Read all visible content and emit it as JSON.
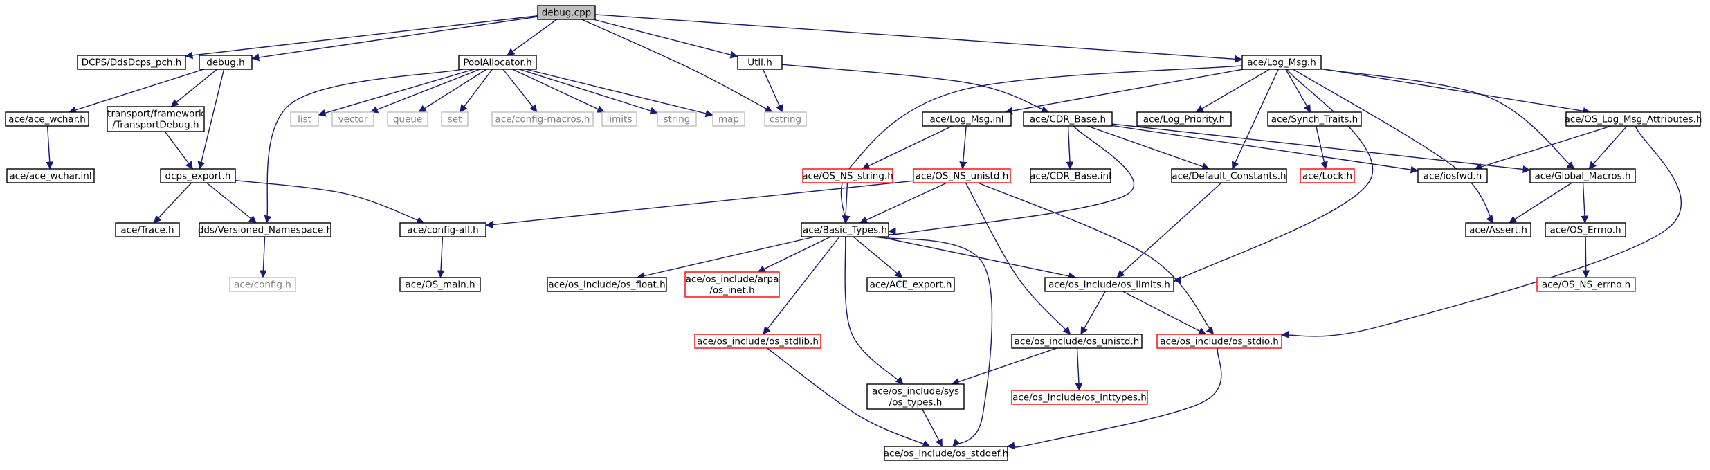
{
  "diagram": {
    "colors": {
      "edge": "#191970",
      "text": "#000000",
      "border_normal": "#000000",
      "border_truncated": "#ff0000",
      "border_external": "#bfbfbf",
      "fill_root": "#bfbfbf",
      "fill_normal": "#ffffff",
      "text_external": "#7f7f7f"
    },
    "nodes": [
      {
        "id": "debug_cpp",
        "lines": [
          "debug.cpp"
        ],
        "kind": "root"
      },
      {
        "id": "dds_pch",
        "lines": [
          "DCPS/DdsDcps_pch.h"
        ],
        "kind": "normal"
      },
      {
        "id": "debug_h",
        "lines": [
          "debug.h"
        ],
        "kind": "normal"
      },
      {
        "id": "poolalloc",
        "lines": [
          "PoolAllocator.h"
        ],
        "kind": "normal"
      },
      {
        "id": "util_h",
        "lines": [
          "Util.h"
        ],
        "kind": "normal"
      },
      {
        "id": "log_msg",
        "lines": [
          "ace/Log_Msg.h"
        ],
        "kind": "normal"
      },
      {
        "id": "ace_wchar_h",
        "lines": [
          "ace/ace_wchar.h"
        ],
        "kind": "normal"
      },
      {
        "id": "ace_wchar_inl",
        "lines": [
          "ace/ace_wchar.inl"
        ],
        "kind": "normal"
      },
      {
        "id": "transport_debug",
        "lines": [
          "transport/framework",
          "/TransportDebug.h"
        ],
        "kind": "normal"
      },
      {
        "id": "dcps_export",
        "lines": [
          "dcps_export.h"
        ],
        "kind": "normal"
      },
      {
        "id": "ace_trace",
        "lines": [
          "ace/Trace.h"
        ],
        "kind": "normal"
      },
      {
        "id": "versioned_ns",
        "lines": [
          "dds/Versioned_Namespace.h"
        ],
        "kind": "normal"
      },
      {
        "id": "config_h",
        "lines": [
          "ace/config.h"
        ],
        "kind": "external"
      },
      {
        "id": "list",
        "lines": [
          "list"
        ],
        "kind": "external"
      },
      {
        "id": "vector",
        "lines": [
          "vector"
        ],
        "kind": "external"
      },
      {
        "id": "queue",
        "lines": [
          "queue"
        ],
        "kind": "external"
      },
      {
        "id": "set",
        "lines": [
          "set"
        ],
        "kind": "external"
      },
      {
        "id": "config_macros",
        "lines": [
          "ace/config-macros.h"
        ],
        "kind": "external"
      },
      {
        "id": "limits",
        "lines": [
          "limits"
        ],
        "kind": "external"
      },
      {
        "id": "string",
        "lines": [
          "string"
        ],
        "kind": "external"
      },
      {
        "id": "map",
        "lines": [
          "map"
        ],
        "kind": "external"
      },
      {
        "id": "cstring",
        "lines": [
          "cstring"
        ],
        "kind": "external"
      },
      {
        "id": "config_all",
        "lines": [
          "ace/config-all.h"
        ],
        "kind": "normal"
      },
      {
        "id": "os_main",
        "lines": [
          "ace/OS_main.h"
        ],
        "kind": "normal"
      },
      {
        "id": "log_msg_inl",
        "lines": [
          "ace/Log_Msg.inl"
        ],
        "kind": "normal"
      },
      {
        "id": "cdr_base",
        "lines": [
          "ace/CDR_Base.h"
        ],
        "kind": "normal"
      },
      {
        "id": "log_priority",
        "lines": [
          "ace/Log_Priority.h"
        ],
        "kind": "normal"
      },
      {
        "id": "synch_traits",
        "lines": [
          "ace/Synch_Traits.h"
        ],
        "kind": "normal"
      },
      {
        "id": "os_log_msg_attr",
        "lines": [
          "ace/OS_Log_Msg_Attributes.h"
        ],
        "kind": "normal"
      },
      {
        "id": "os_ns_string",
        "lines": [
          "ace/OS_NS_string.h"
        ],
        "kind": "truncated"
      },
      {
        "id": "os_ns_unistd",
        "lines": [
          "ace/OS_NS_unistd.h"
        ],
        "kind": "truncated"
      },
      {
        "id": "cdr_base_inl",
        "lines": [
          "ace/CDR_Base.inl"
        ],
        "kind": "normal"
      },
      {
        "id": "default_constants",
        "lines": [
          "ace/Default_Constants.h"
        ],
        "kind": "normal"
      },
      {
        "id": "ace_lock",
        "lines": [
          "ace/Lock.h"
        ],
        "kind": "truncated"
      },
      {
        "id": "iosfwd",
        "lines": [
          "ace/iosfwd.h"
        ],
        "kind": "normal"
      },
      {
        "id": "global_macros",
        "lines": [
          "ace/Global_Macros.h"
        ],
        "kind": "normal"
      },
      {
        "id": "basic_types",
        "lines": [
          "ace/Basic_Types.h"
        ],
        "kind": "normal"
      },
      {
        "id": "ace_assert",
        "lines": [
          "ace/Assert.h"
        ],
        "kind": "normal"
      },
      {
        "id": "os_errno",
        "lines": [
          "ace/OS_Errno.h"
        ],
        "kind": "normal"
      },
      {
        "id": "os_ns_errno",
        "lines": [
          "ace/OS_NS_errno.h"
        ],
        "kind": "truncated"
      },
      {
        "id": "os_float",
        "lines": [
          "ace/os_include/os_float.h"
        ],
        "kind": "normal"
      },
      {
        "id": "os_inet",
        "lines": [
          "ace/os_include/arpa",
          "/os_inet.h"
        ],
        "kind": "truncated"
      },
      {
        "id": "ace_export",
        "lines": [
          "ace/ACE_export.h"
        ],
        "kind": "normal"
      },
      {
        "id": "os_limits",
        "lines": [
          "ace/os_include/os_limits.h"
        ],
        "kind": "normal"
      },
      {
        "id": "os_stdlib",
        "lines": [
          "ace/os_include/os_stdlib.h"
        ],
        "kind": "truncated"
      },
      {
        "id": "os_unistd",
        "lines": [
          "ace/os_include/os_unistd.h"
        ],
        "kind": "normal"
      },
      {
        "id": "os_stdio",
        "lines": [
          "ace/os_include/os_stdio.h"
        ],
        "kind": "truncated"
      },
      {
        "id": "sys_os_types",
        "lines": [
          "ace/os_include/sys",
          "/os_types.h"
        ],
        "kind": "normal"
      },
      {
        "id": "os_inttypes",
        "lines": [
          "ace/os_include/os_inttypes.h"
        ],
        "kind": "truncated"
      },
      {
        "id": "os_stddef",
        "lines": [
          "ace/os_include/os_stddef.h"
        ],
        "kind": "normal"
      }
    ],
    "edges": [
      [
        "debug_cpp",
        "dds_pch"
      ],
      [
        "debug_cpp",
        "debug_h"
      ],
      [
        "debug_cpp",
        "poolalloc"
      ],
      [
        "debug_cpp",
        "util_h"
      ],
      [
        "debug_cpp",
        "log_msg"
      ],
      [
        "debug_cpp",
        "cstring"
      ],
      [
        "debug_h",
        "ace_wchar_h"
      ],
      [
        "debug_h",
        "transport_debug"
      ],
      [
        "debug_h",
        "dcps_export"
      ],
      [
        "ace_wchar_h",
        "ace_wchar_inl"
      ],
      [
        "transport_debug",
        "dcps_export"
      ],
      [
        "dcps_export",
        "ace_trace"
      ],
      [
        "dcps_export",
        "versioned_ns"
      ],
      [
        "dcps_export",
        "config_all"
      ],
      [
        "versioned_ns",
        "config_h"
      ],
      [
        "poolalloc",
        "versioned_ns"
      ],
      [
        "poolalloc",
        "list"
      ],
      [
        "poolalloc",
        "vector"
      ],
      [
        "poolalloc",
        "queue"
      ],
      [
        "poolalloc",
        "set"
      ],
      [
        "poolalloc",
        "config_macros"
      ],
      [
        "poolalloc",
        "limits"
      ],
      [
        "poolalloc",
        "string"
      ],
      [
        "poolalloc",
        "map"
      ],
      [
        "util_h",
        "cstring"
      ],
      [
        "util_h",
        "cdr_base"
      ],
      [
        "config_all",
        "os_main"
      ],
      [
        "log_msg",
        "basic_types"
      ],
      [
        "log_msg",
        "log_msg_inl"
      ],
      [
        "log_msg",
        "log_priority"
      ],
      [
        "log_msg",
        "synch_traits"
      ],
      [
        "log_msg",
        "os_log_msg_attr"
      ],
      [
        "log_msg",
        "default_constants"
      ],
      [
        "log_msg",
        "global_macros"
      ],
      [
        "log_msg",
        "ace_assert"
      ],
      [
        "log_msg",
        "os_limits"
      ],
      [
        "log_msg_inl",
        "os_ns_string"
      ],
      [
        "log_msg_inl",
        "os_ns_unistd"
      ],
      [
        "os_ns_string",
        "basic_types"
      ],
      [
        "os_ns_unistd",
        "basic_types"
      ],
      [
        "os_ns_unistd",
        "config_all"
      ],
      [
        "os_ns_unistd",
        "os_unistd"
      ],
      [
        "os_ns_unistd",
        "os_stdio"
      ],
      [
        "cdr_base",
        "basic_types"
      ],
      [
        "cdr_base",
        "cdr_base_inl"
      ],
      [
        "cdr_base",
        "default_constants"
      ],
      [
        "cdr_base",
        "iosfwd"
      ],
      [
        "cdr_base",
        "global_macros"
      ],
      [
        "synch_traits",
        "ace_lock"
      ],
      [
        "os_log_msg_attr",
        "iosfwd"
      ],
      [
        "os_log_msg_attr",
        "global_macros"
      ],
      [
        "os_log_msg_attr",
        "os_stdio"
      ],
      [
        "default_constants",
        "os_limits"
      ],
      [
        "global_macros",
        "ace_assert"
      ],
      [
        "global_macros",
        "os_errno"
      ],
      [
        "os_errno",
        "os_ns_errno"
      ],
      [
        "basic_types",
        "os_float"
      ],
      [
        "basic_types",
        "os_inet"
      ],
      [
        "basic_types",
        "ace_export"
      ],
      [
        "basic_types",
        "os_limits"
      ],
      [
        "basic_types",
        "os_stdlib"
      ],
      [
        "basic_types",
        "sys_os_types"
      ],
      [
        "basic_types",
        "os_stddef"
      ],
      [
        "os_limits",
        "os_unistd"
      ],
      [
        "os_limits",
        "os_stdio"
      ],
      [
        "os_unistd",
        "sys_os_types"
      ],
      [
        "os_unistd",
        "os_inttypes"
      ],
      [
        "os_stdlib",
        "os_stddef"
      ],
      [
        "sys_os_types",
        "os_stddef"
      ],
      [
        "os_stdio",
        "os_stddef"
      ]
    ]
  }
}
